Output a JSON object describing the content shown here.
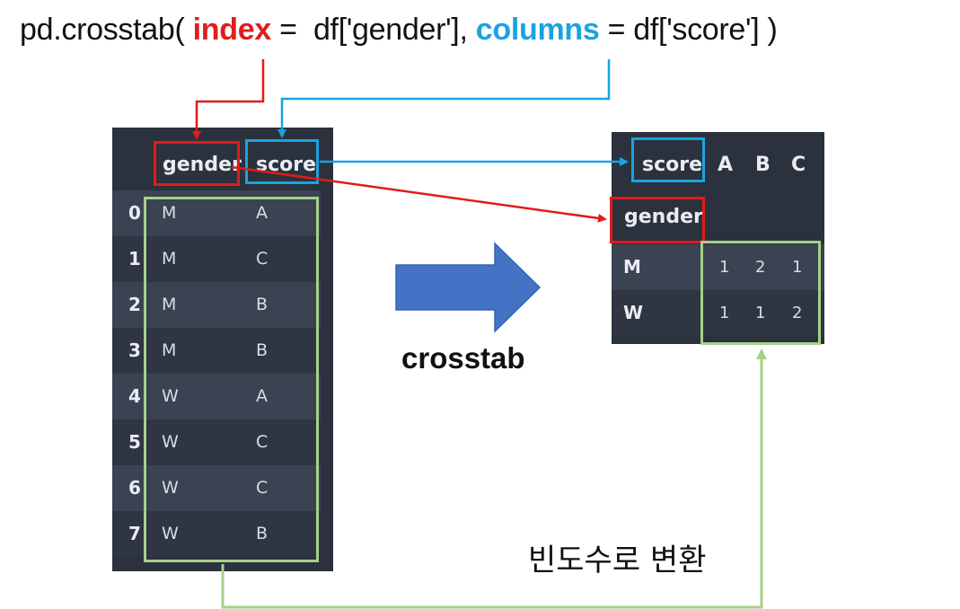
{
  "code": {
    "prefix": "pd.crosstab( ",
    "index_kw": "index",
    "mid": " =  df['gender'], ",
    "columns_kw": "columns",
    "suffix": " = df['score'] )"
  },
  "left_table": {
    "col_gender": "gender",
    "col_score": "score",
    "rows": [
      {
        "idx": "0",
        "gender": "M",
        "score": "A"
      },
      {
        "idx": "1",
        "gender": "M",
        "score": "C"
      },
      {
        "idx": "2",
        "gender": "M",
        "score": "B"
      },
      {
        "idx": "3",
        "gender": "M",
        "score": "B"
      },
      {
        "idx": "4",
        "gender": "W",
        "score": "A"
      },
      {
        "idx": "5",
        "gender": "W",
        "score": "C"
      },
      {
        "idx": "6",
        "gender": "W",
        "score": "C"
      },
      {
        "idx": "7",
        "gender": "W",
        "score": "B"
      }
    ]
  },
  "right_table": {
    "col_label": "score",
    "columns": [
      "A",
      "B",
      "C"
    ],
    "index_label": "gender",
    "rows": [
      {
        "label": "M",
        "values": [
          "1",
          "2",
          "1"
        ]
      },
      {
        "label": "W",
        "values": [
          "1",
          "1",
          "2"
        ]
      }
    ]
  },
  "arrow_label": "crosstab",
  "bottom_label": "빈도수로 변환",
  "colors": {
    "index_red": "#e01b1b",
    "columns_blue": "#1aa3e0",
    "values_green": "#a6d08a",
    "big_arrow": "#4472c4",
    "table_bg": "#2b313d"
  }
}
